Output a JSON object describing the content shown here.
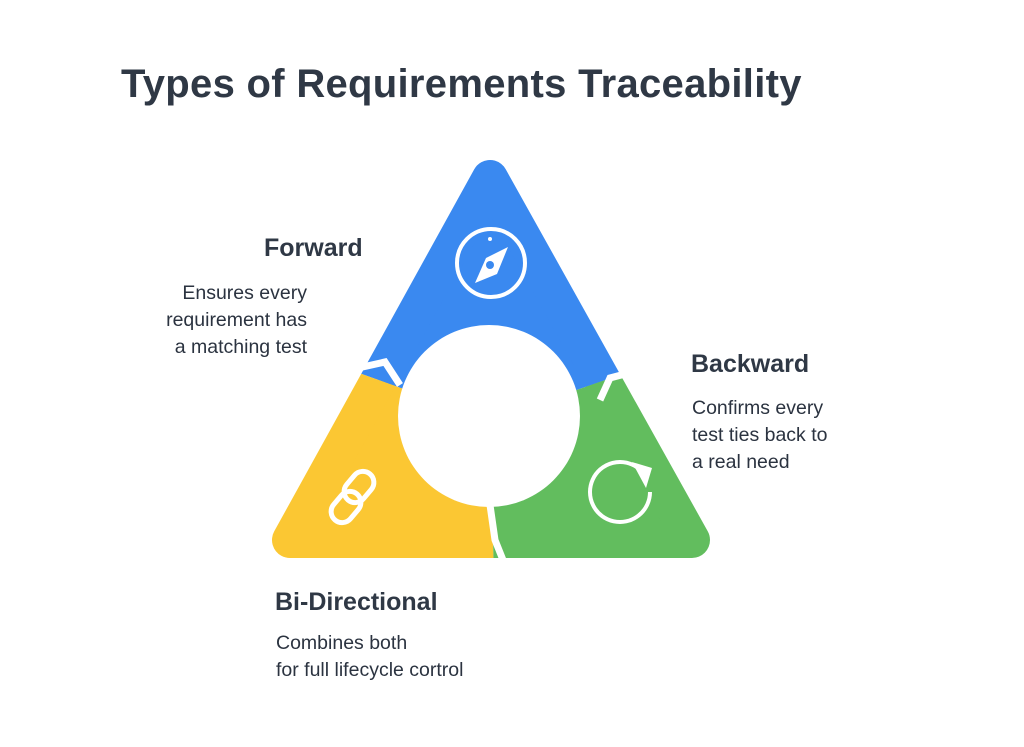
{
  "title": "Types of Requirements Traceability",
  "types": [
    {
      "name": "Forward",
      "description_lines": [
        "Ensures every",
        "requirement has",
        "a matching test"
      ],
      "color": "#3a89f0",
      "icon": "compass-icon"
    },
    {
      "name": "Backward",
      "description_lines": [
        "Confirms every",
        "test ties back to",
        "a real need"
      ],
      "color": "#62bd5e",
      "icon": "refresh-icon"
    },
    {
      "name": "Bi-Directional",
      "description_lines": [
        "Combines both",
        "for full lifecycle cortrol"
      ],
      "color": "#fbc733",
      "icon": "link-icon"
    }
  ]
}
